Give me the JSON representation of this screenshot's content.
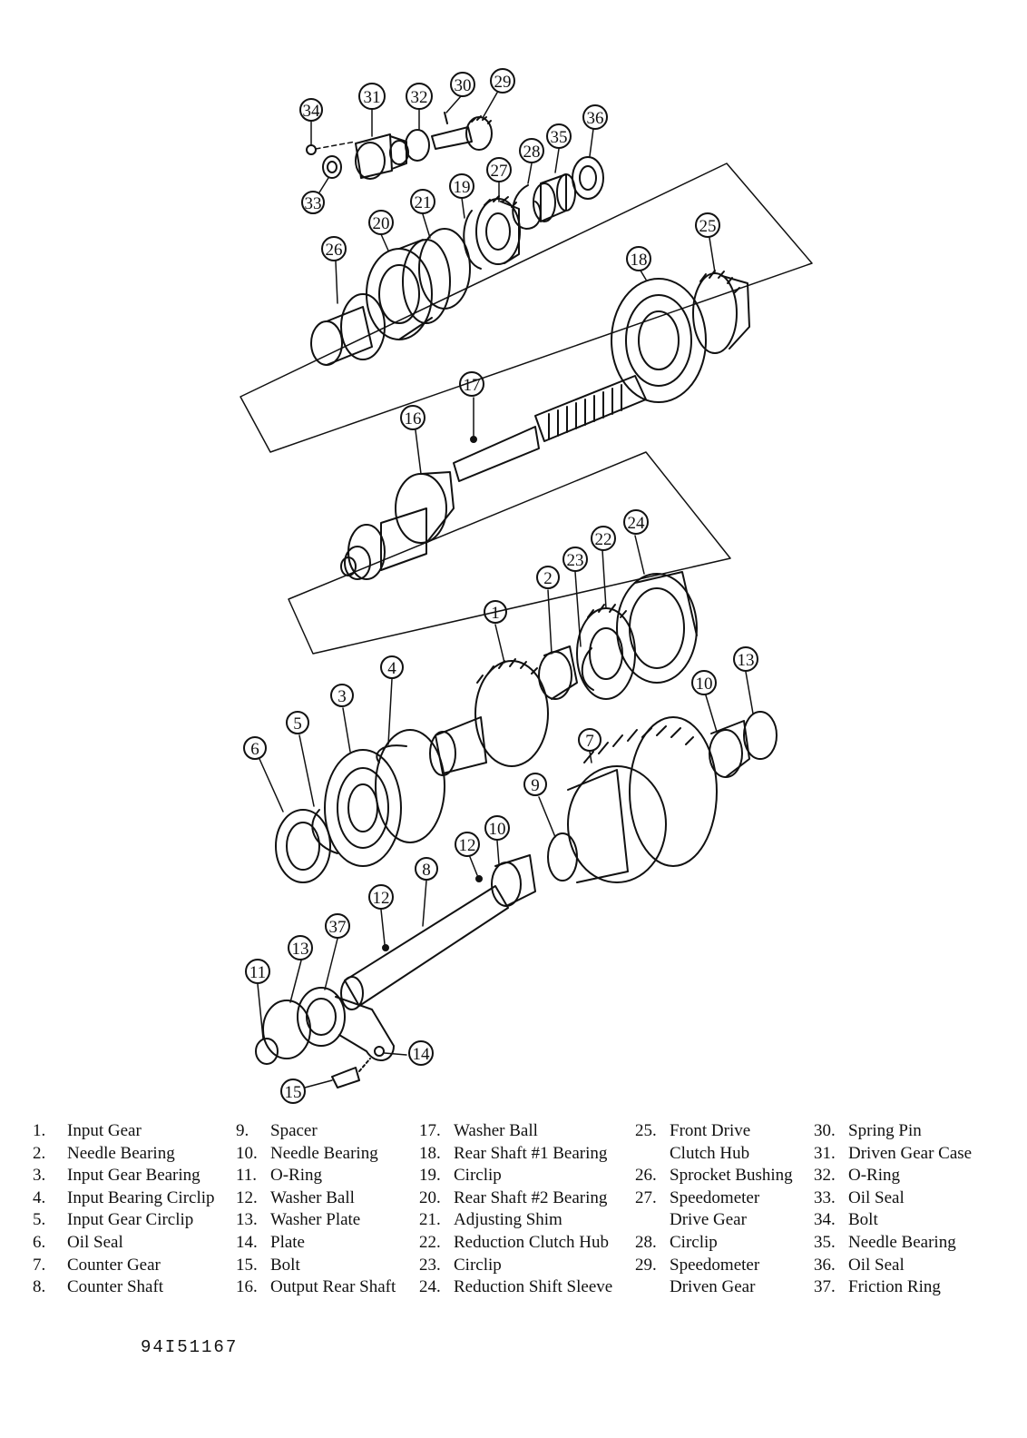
{
  "figure_id": "94I51167",
  "callouts": {
    "c1": "1",
    "c2": "2",
    "c3": "3",
    "c4": "4",
    "c5": "5",
    "c6": "6",
    "c7": "7",
    "c8": "8",
    "c9": "9",
    "c10a": "10",
    "c10b": "10",
    "c11": "11",
    "c12a": "12",
    "c12b": "12",
    "c13a": "13",
    "c13b": "13",
    "c14": "14",
    "c15": "15",
    "c16": "16",
    "c17": "17",
    "c18": "18",
    "c19": "19",
    "c20": "20",
    "c21": "21",
    "c22": "22",
    "c23": "23",
    "c24": "24",
    "c25": "25",
    "c26": "26",
    "c27": "27",
    "c28": "28",
    "c29": "29",
    "c30": "30",
    "c31": "31",
    "c32": "32",
    "c33": "33",
    "c34": "34",
    "c35": "35",
    "c36": "36",
    "c37": "37"
  },
  "legend": {
    "col1": [
      {
        "num": "1.",
        "name": "Input Gear"
      },
      {
        "num": "2.",
        "name": "Needle Bearing"
      },
      {
        "num": "3.",
        "name": "Input Gear Bearing"
      },
      {
        "num": "4.",
        "name": "Input Bearing Circlip"
      },
      {
        "num": "5.",
        "name": "Input Gear Circlip"
      },
      {
        "num": "6.",
        "name": "Oil Seal"
      },
      {
        "num": "7.",
        "name": "Counter Gear"
      },
      {
        "num": "8.",
        "name": "Counter Shaft"
      }
    ],
    "col2": [
      {
        "num": "9.",
        "name": "Spacer"
      },
      {
        "num": "10.",
        "name": "Needle Bearing"
      },
      {
        "num": "11.",
        "name": "O-Ring"
      },
      {
        "num": "12.",
        "name": "Washer Ball"
      },
      {
        "num": "13.",
        "name": "Washer Plate"
      },
      {
        "num": "14.",
        "name": "Plate"
      },
      {
        "num": "15.",
        "name": "Bolt"
      },
      {
        "num": "16.",
        "name": "Output Rear Shaft"
      }
    ],
    "col3": [
      {
        "num": "17.",
        "name": "Washer Ball"
      },
      {
        "num": "18.",
        "name": "Rear Shaft #1 Bearing"
      },
      {
        "num": "19.",
        "name": "Circlip"
      },
      {
        "num": "20.",
        "name": "Rear Shaft #2 Bearing"
      },
      {
        "num": "21.",
        "name": "Adjusting Shim"
      },
      {
        "num": "22.",
        "name": "Reduction Clutch Hub"
      },
      {
        "num": "23.",
        "name": "Circlip"
      },
      {
        "num": "24.",
        "name": "Reduction Shift Sleeve"
      }
    ],
    "col4": [
      {
        "num": "25.",
        "name": "Front Drive"
      },
      {
        "num": "",
        "name": "Clutch Hub"
      },
      {
        "num": "26.",
        "name": "Sprocket Bushing"
      },
      {
        "num": "27.",
        "name": "Speedometer"
      },
      {
        "num": "",
        "name": "Drive Gear"
      },
      {
        "num": "28.",
        "name": "Circlip"
      },
      {
        "num": "29.",
        "name": "Speedometer"
      },
      {
        "num": "",
        "name": "Driven Gear"
      }
    ],
    "col5": [
      {
        "num": "30.",
        "name": "Spring Pin"
      },
      {
        "num": "31.",
        "name": "Driven Gear Case"
      },
      {
        "num": "32.",
        "name": "O-Ring"
      },
      {
        "num": "33.",
        "name": "Oil Seal"
      },
      {
        "num": "34.",
        "name": "Bolt"
      },
      {
        "num": "35.",
        "name": "Needle Bearing"
      },
      {
        "num": "36.",
        "name": "Oil Seal"
      },
      {
        "num": "37.",
        "name": "Friction Ring"
      }
    ]
  }
}
